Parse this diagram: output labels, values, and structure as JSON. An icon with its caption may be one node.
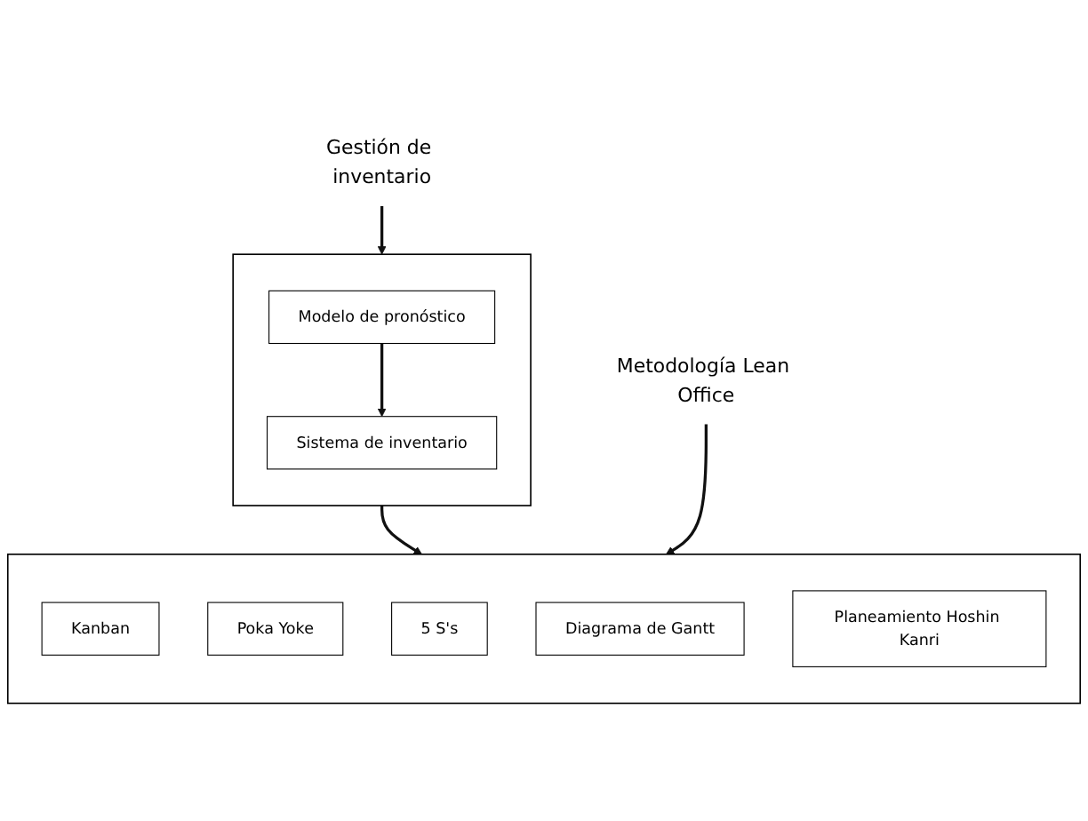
{
  "diagram": {
    "nodes": [
      {
        "text": [
          "Gestión de inventario"
        ]
      },
      {
        "text": [],
        "shape": "box"
      },
      {
        "text": [
          "Modelo de pronóstico"
        ],
        "in": 1
      },
      {
        "text": [
          "Sistema de inventario"
        ],
        "in": 1
      },
      {
        "text": [
          "Metodología Lean Office"
        ]
      },
      {
        "text": [],
        "shape": "box"
      },
      {
        "text": [
          "Kanban"
        ],
        "in": 5
      },
      {
        "text": [
          "Poka Yoke"
        ],
        "in": 5
      },
      {
        "text": [
          "5 S's"
        ],
        "in": 5
      },
      {
        "text": [
          "Diagrama de Gantt"
        ],
        "in": 5
      },
      {
        "text": [
          "Planeamiento Hoshin Kanri"
        ],
        "in": 5
      }
    ],
    "edges": [
      {
        "from": 0,
        "to": 1,
        "arrow": "to"
      },
      {
        "from": 2,
        "to": 3,
        "arrow": "to"
      },
      {
        "from": 1,
        "to": 5,
        "arrow": "to"
      },
      {
        "from": 4,
        "to": 5,
        "arrow": "to"
      }
    ]
  }
}
